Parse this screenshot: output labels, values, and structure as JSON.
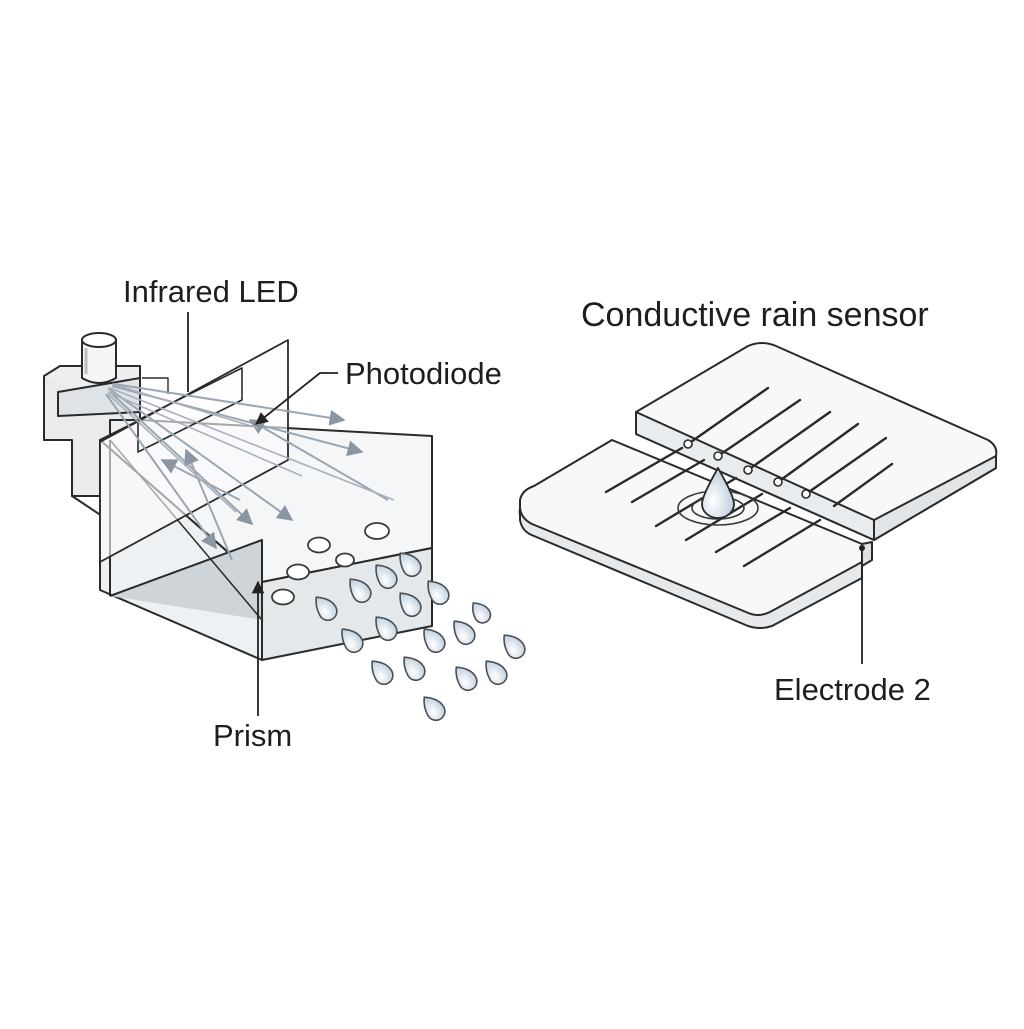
{
  "labels": {
    "infrared_led": "Infrared LED",
    "photodiode": "Photodiode",
    "prism": "Prism",
    "conductive_sensor": "Conductive rain sensor",
    "electrode_2": "Electrode 2"
  },
  "colors": {
    "stroke": "#2a2a2a",
    "beam": "#9aa6b2",
    "drop_fill": "#d7e3ee",
    "panel_fill": "#f7f8fa",
    "box_front": "#f2f4f6",
    "box_side": "#e6e9ec"
  }
}
